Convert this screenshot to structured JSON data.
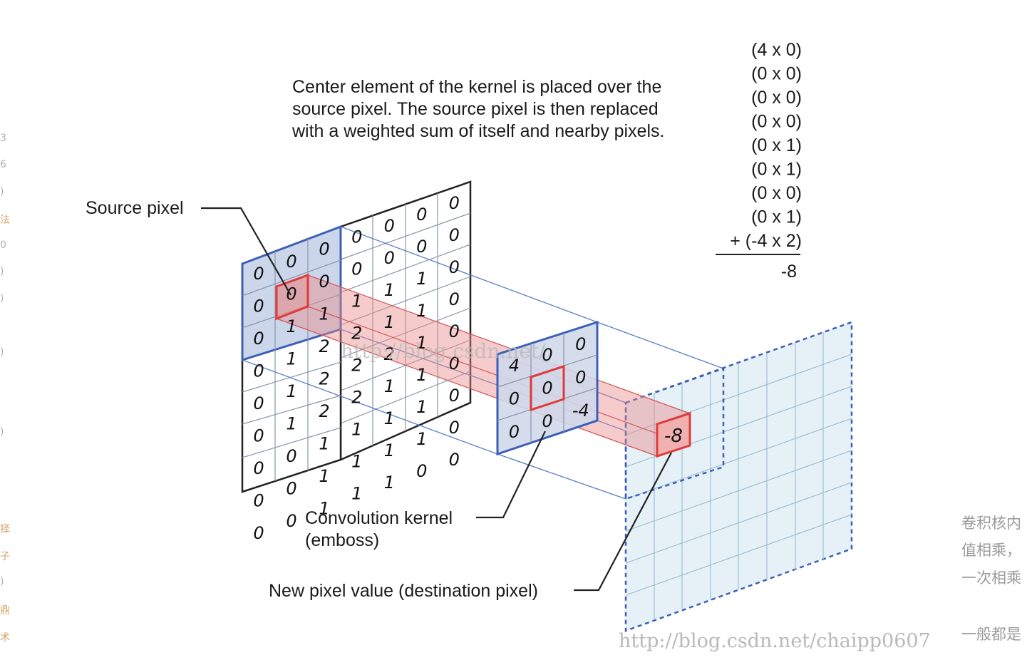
{
  "caption": {
    "lines": [
      "Center element of the kernel is placed over the",
      "source pixel. The source pixel is then replaced",
      "with a weighted sum of itself and nearby pixels."
    ]
  },
  "labels": {
    "source_pixel": "Source pixel",
    "kernel_line1": "Convolution kernel",
    "kernel_line2": "(emboss)",
    "destination": "New pixel value (destination pixel)"
  },
  "computation": {
    "terms": [
      "(4 x 0)",
      "(0 x 0)",
      "(0 x 0)",
      "(0 x 0)",
      "(0 x 1)",
      "(0 x 1)",
      "(0 x 0)",
      "(0 x 1)",
      "+ (-4 x 2)"
    ],
    "result": "-8"
  },
  "source_grid": {
    "rows": [
      [
        "0",
        "0",
        "0",
        "0",
        "0",
        "0",
        "0"
      ],
      [
        "0",
        "0",
        "0",
        "0",
        "0",
        "0",
        "0"
      ],
      [
        "0",
        "1",
        "1",
        "1",
        "1",
        "1",
        "0"
      ],
      [
        "0",
        "1",
        "2",
        "2",
        "1",
        "1",
        "0"
      ],
      [
        "0",
        "1",
        "2",
        "2",
        "2",
        "1",
        "0"
      ],
      [
        "0",
        "1",
        "2",
        "2",
        "1",
        "1",
        "0"
      ],
      [
        "0",
        "0",
        "1",
        "1",
        "1",
        "1",
        "0"
      ],
      [
        "0",
        "0",
        "1",
        "1",
        "1",
        "1",
        "0"
      ],
      [
        "0",
        "0",
        "1",
        "1",
        "1",
        "0",
        "0"
      ]
    ]
  },
  "kernel_grid": {
    "rows": [
      [
        "4",
        "0",
        "0"
      ],
      [
        "0",
        "0",
        "0"
      ],
      [
        "0",
        "0",
        "-4"
      ]
    ]
  },
  "destination_value": "-8",
  "watermarks": {
    "center": "http://blog.csdn.net/",
    "footer": "http://blog.csdn.net/chaipp0607"
  },
  "side_text": [
    "卷积核内",
    "值相乘，",
    "一次相乘",
    "一般都是"
  ],
  "margin_chars": [
    "3",
    "6",
    ")",
    "法",
    "0",
    ")",
    ")",
    ")",
    ")",
    "择",
    "子",
    ")",
    "鼎",
    "术"
  ],
  "colors": {
    "source_highlight": "#cbd6ea",
    "grid_line": "#8a96a8",
    "highlight_red": "#e03a3a",
    "ray_red": "#e88b8b",
    "dest_fill": "#e6f1f7",
    "blue_frame": "#3d5fb5"
  }
}
